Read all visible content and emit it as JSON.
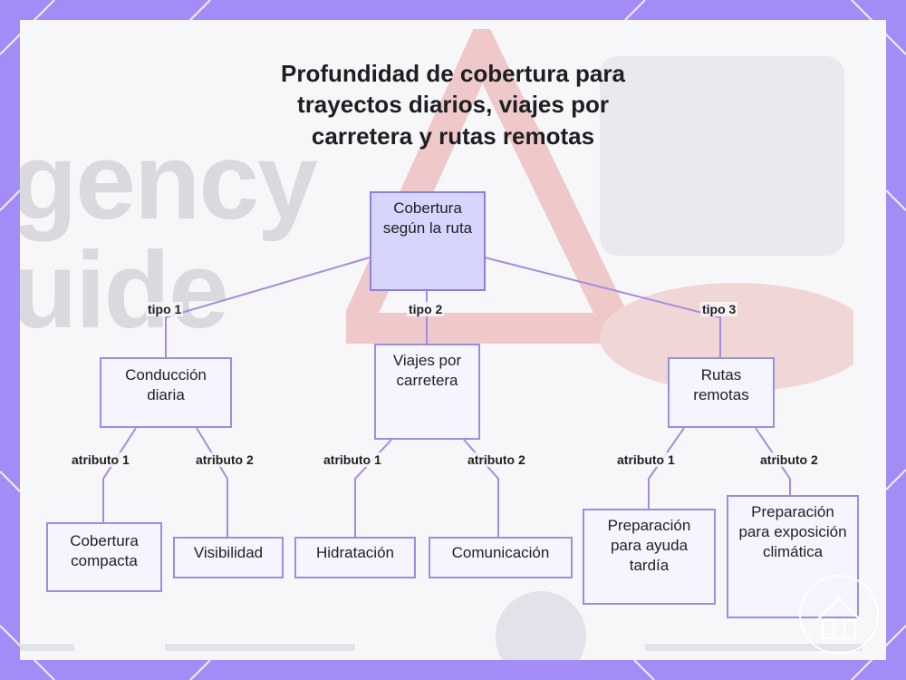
{
  "title": "Profundidad de cobertura para trayectos diarios, viajes por carretera y rutas remotas",
  "colors": {
    "frame": "#a48cf6",
    "edge": "#a08ee0",
    "node_fill": "#f5f5ff",
    "root_fill": "#d6d5fb",
    "node_border": "#9b8ee0"
  },
  "background_text": [
    "gency",
    "uide"
  ],
  "nodes": {
    "root": "Cobertura según la ruta",
    "daily": "Conducción diaria",
    "road_trip": "Viajes por carretera",
    "remote": "Rutas remotas",
    "compact": "Cobertura compacta",
    "visibility": "Visibilidad",
    "hydration": "Hidratación",
    "communication": "Comunicación",
    "late_help": "Preparación para ayuda tardía",
    "weather": "Preparación para exposición climática"
  },
  "edge_labels": {
    "tipo1": "tipo 1",
    "tipo2": "tipo 2",
    "tipo3": "tipo 3",
    "daily_a1": "atributo 1",
    "daily_a2": "atributo 2",
    "road_a1": "atributo 1",
    "road_a2": "atributo 2",
    "remote_a1": "atributo 1",
    "remote_a2": "atributo 2"
  },
  "watermark_icon": "house-logo-icon"
}
